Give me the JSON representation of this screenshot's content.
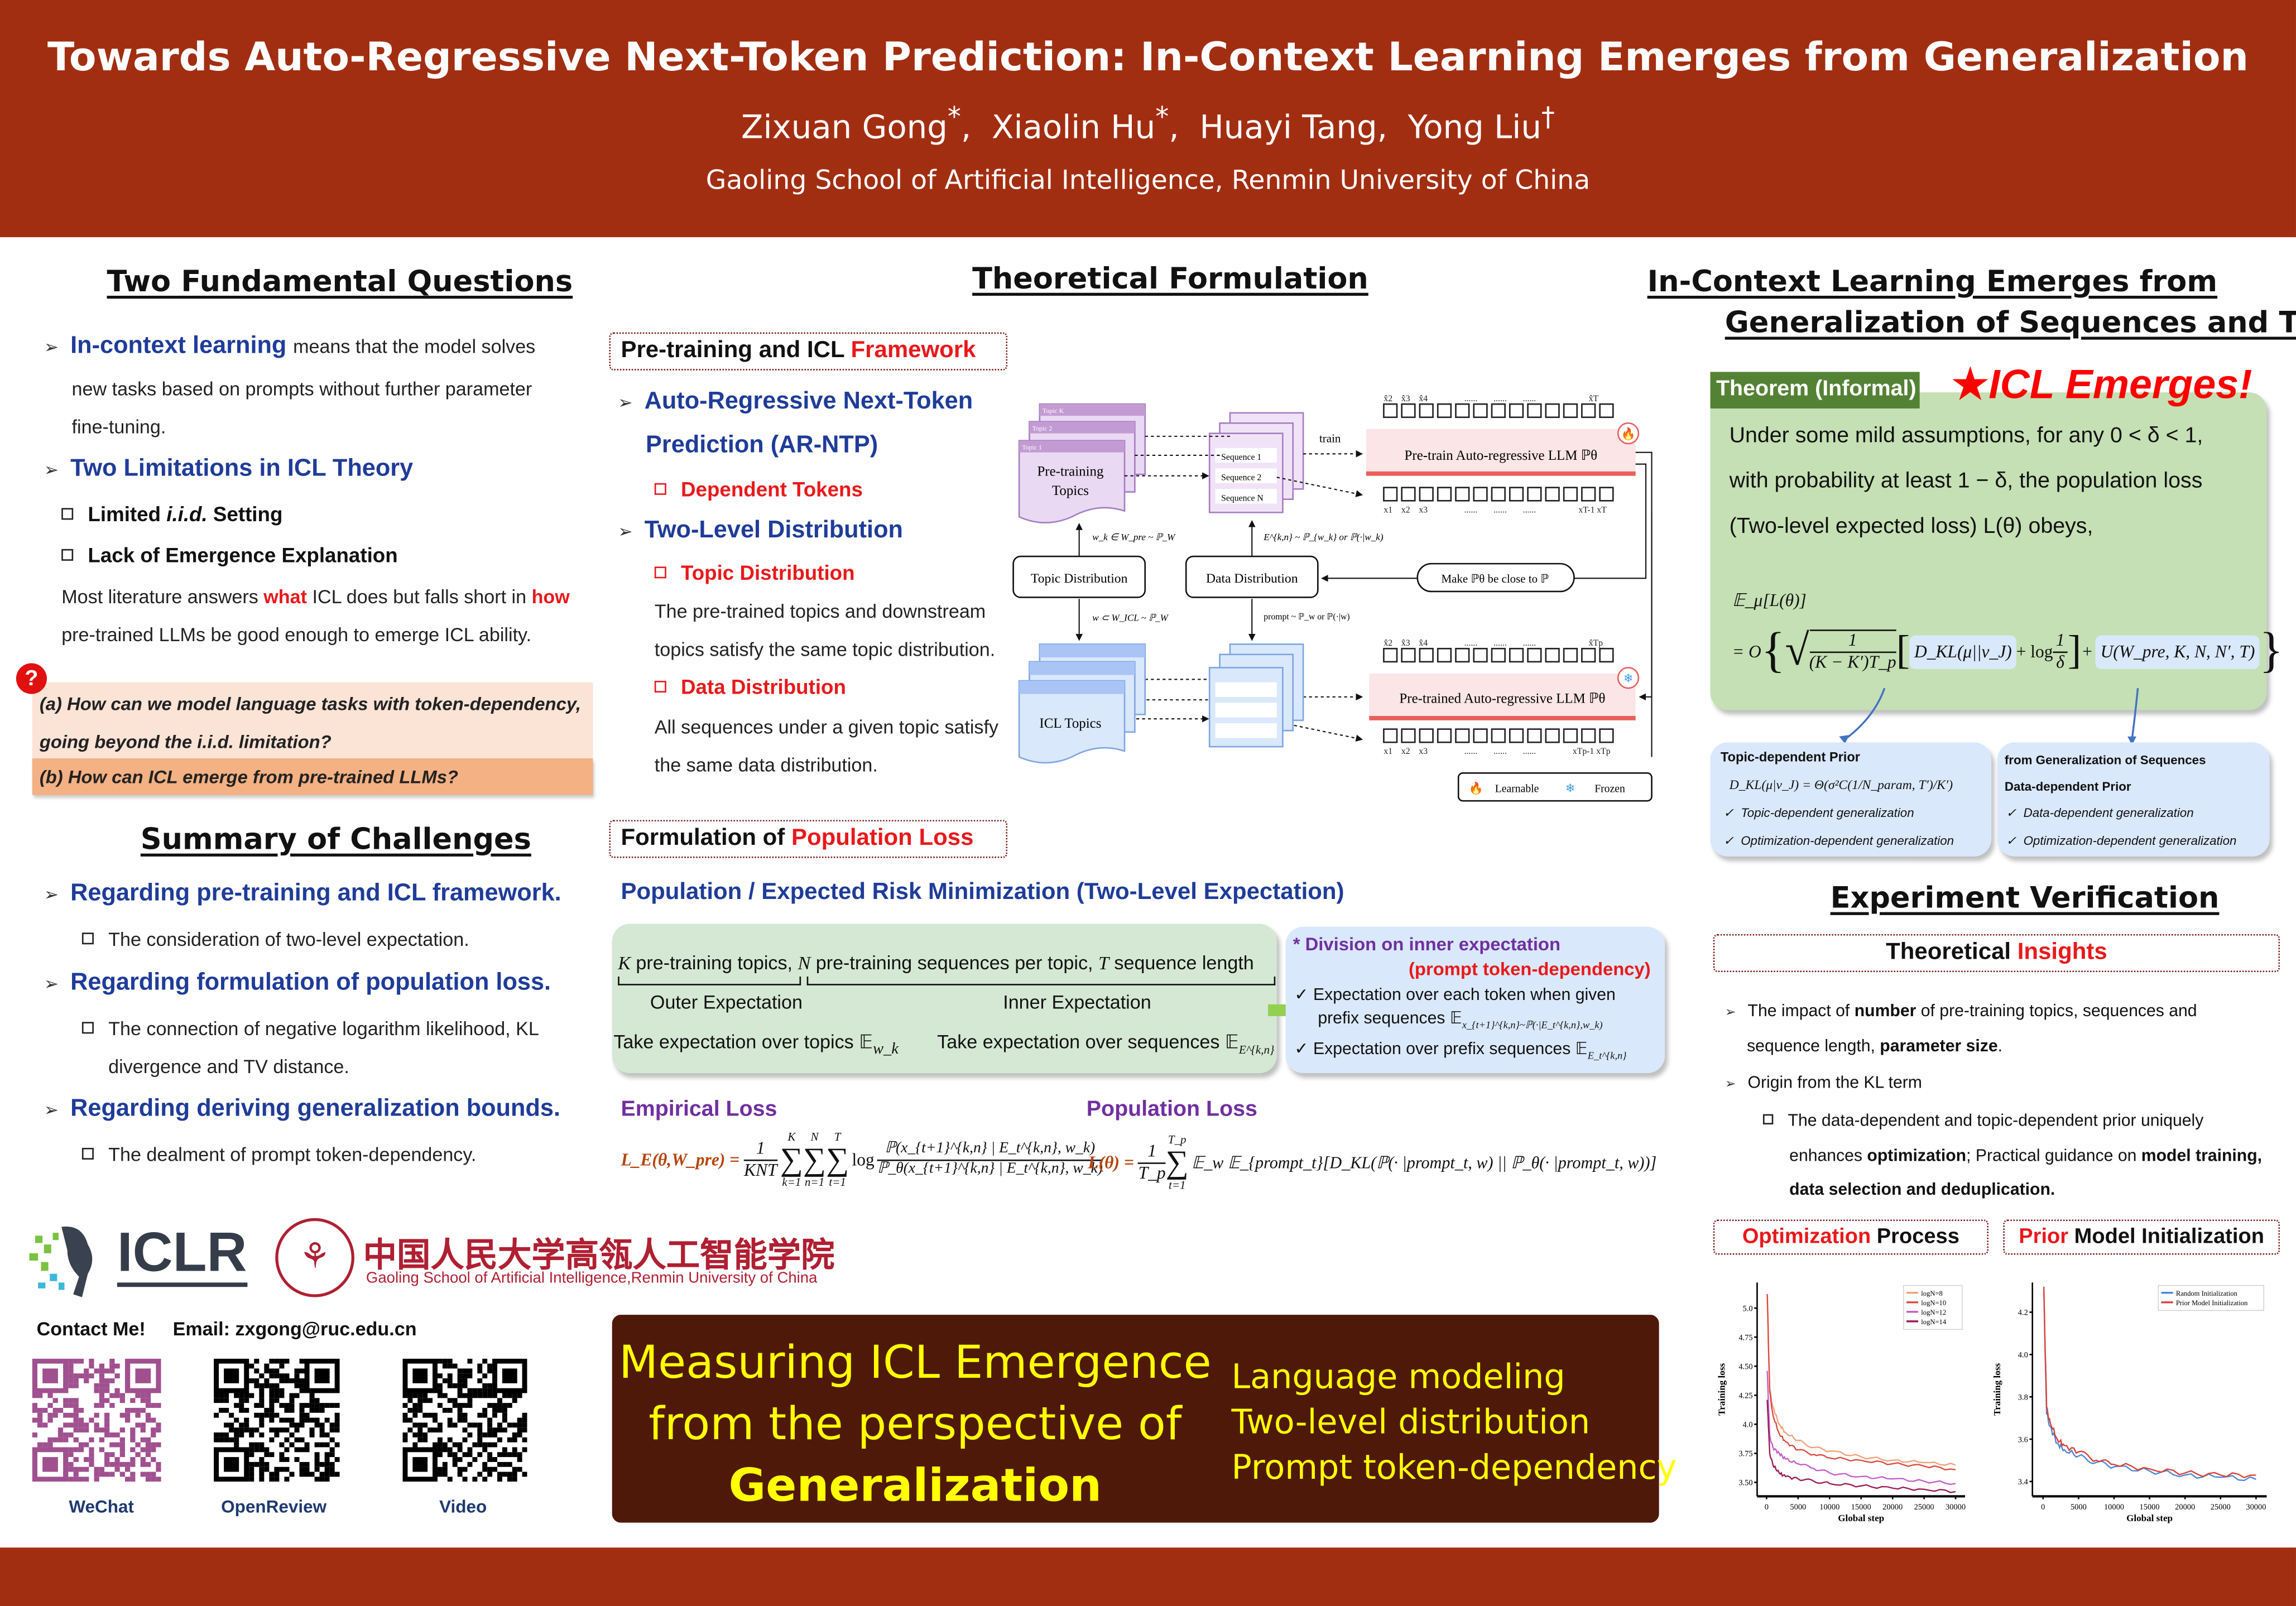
{
  "header": {
    "title": "Towards Auto-Regressive Next-Token Prediction: In-Context Learning Emerges from Generalization",
    "authors": [
      {
        "name": "Zixuan Gong",
        "mark": "*"
      },
      {
        "name": "Xiaolin Hu",
        "mark": "*"
      },
      {
        "name": "Huayi Tang",
        "mark": ""
      },
      {
        "name": "Yong Liu",
        "mark": "†"
      }
    ],
    "affiliation": "Gaoling School of Artificial Intelligence, Renmin University of China"
  },
  "left": {
    "q_title": "Two Fundamental Questions",
    "icl_term": "In-context learning",
    "icl_def1": "means that the model solves",
    "icl_def2": "new tasks based on prompts without further parameter",
    "icl_def3": "fine-tuning.",
    "limits_title": "Two Limitations in ICL Theory",
    "limit1_pre": "Limited ",
    "limit1_em": "i.i.d.",
    "limit1_post": " Setting",
    "limit2": "Lack of Emergence Explanation",
    "lit_a": "Most literature answers ",
    "lit_what": "what",
    "lit_b": " ICL does but falls short in ",
    "lit_how": "how",
    "lit_c": "pre-trained LLMs be good enough to emerge ICL ability.",
    "question_icon": "?",
    "qa1": "(a) How can we model language tasks with token-dependency,",
    "qa2": "going beyond the i.i.d. limitation?",
    "qb": "(b) How can ICL emerge from pre-trained LLMs?",
    "challenges_title": "Summary of Challenges",
    "challenges": [
      {
        "title": "Regarding pre-training and ICL framework.",
        "subs": [
          "The consideration of two-level expectation."
        ]
      },
      {
        "title": "Regarding formulation of population loss.",
        "subs": [
          "The connection of negative logarithm likelihood, KL",
          "divergence and TV distance."
        ]
      },
      {
        "title": "Regarding deriving generalization bounds.",
        "subs": [
          "The dealment of prompt token-dependency."
        ]
      }
    ],
    "iclr": "ICLR",
    "ruc_cn": "中国人民大学高瓴人工智能学院",
    "ruc_en": "Gaoling School of Artificial Intelligence,Renmin University of China",
    "contact": "Contact Me!",
    "email": "Email: zxgong@ruc.edu.cn",
    "qr_labels": [
      "WeChat",
      "OpenReview",
      "Video"
    ]
  },
  "middle": {
    "title": "Theoretical Formulation",
    "box1_a": "Pre-training and ICL ",
    "box1_b": "Framework",
    "arntp1": "Auto-Regressive Next-Token",
    "arntp2": "Prediction (AR-NTP)",
    "dep_tokens": "Dependent Tokens",
    "twolevel": "Two-Level Distribution",
    "topic_dist": "Topic Distribution",
    "topic_desc1": "The pre-trained topics and downstream",
    "topic_desc2": "topics satisfy the same topic distribution.",
    "data_dist": "Data Distribution",
    "data_desc1": "All sequences under a given topic satisfy",
    "data_desc2": "the same data distribution.",
    "box2_a": "Formulation of ",
    "box2_b": "Population Loss",
    "erm": "Population / Expected Risk Minimization (Two-Level Expectation)",
    "green": {
      "k": "K",
      "k_txt": " pre-training topics, ",
      "n": "N",
      "n_txt": " pre-training sequences per topic, ",
      "t": "T",
      "t_txt": " sequence length",
      "outer": "Outer Expectation",
      "inner": "Inner Expectation",
      "outer_desc": "Take expectation over topics 𝔼",
      "outer_sub": "w_k",
      "inner_desc": "Take expectation over sequences 𝔼",
      "inner_sub": "E^{k,n}"
    },
    "blue": {
      "head": "* Division on inner expectation",
      "red": "(prompt token-dependency)",
      "c1a": "Expectation over each token when given",
      "c1b": "prefix sequences 𝔼",
      "c1sub": "x_{t+1}^{k,n}~ℙ(·|E_t^{k,n},w_k)",
      "c2": "Expectation over prefix sequences 𝔼",
      "c2sub": "E_t^{k,n}",
      "check": "✓"
    },
    "emp_label": "Empirical Loss",
    "pop_label": "Population Loss",
    "emp_lhs": "L_E(θ,W_pre) =",
    "emp_frac_num": "1",
    "emp_frac_den": "KNT",
    "sums": [
      "K",
      "N",
      "T"
    ],
    "sums_low": [
      "k=1",
      "n=1",
      "t=1"
    ],
    "emp_log": "log",
    "emp_num": "ℙ(x_{t+1}^{k,n} | E_t^{k,n}, w_k)",
    "emp_den": "ℙ_θ(x_{t+1}^{k,n} | E_t^{k,n}, w_k)",
    "pop_lhs": "L(θ) =",
    "pop_frac_num": "1",
    "pop_frac_den": "T_p",
    "pop_sum_top": "T_p",
    "pop_sum_low": "t=1",
    "pop_body": "𝔼_w 𝔼_{prompt_t}[D_KL(ℙ(· |prompt_t, w) || ℙ_θ(· |prompt_t, w))]",
    "banner_left": [
      "Measuring ICL Emergence",
      "from the perspective of",
      "Generalization"
    ],
    "banner_right": [
      "Language modeling",
      "Two-level distribution",
      "Prompt token-dependency"
    ]
  },
  "diagram": {
    "topics": [
      "Topic K",
      "Topic 2",
      "Topic 1"
    ],
    "pretrain_topics": [
      "Pre-training",
      "Topics"
    ],
    "seqs": [
      "Sequence 1",
      "Sequence 2",
      "Sequence N"
    ],
    "train": "train",
    "llm_top": "Pre-train Auto-regressive LLM ℙθ",
    "llm_bottom": "Pre-trained Auto-regressive LLM ℙθ",
    "topic_dist": "Topic Distribution",
    "data_dist": "Data Distribution",
    "make_close": "Make ℙθ be close to ℙ",
    "lbl_wk": "w_k ∈ W_pre ~ ℙ_W",
    "lbl_e": "E^{k,n} ~ ℙ_{w_k} or ℙ(·|w_k)",
    "lbl_w": "w ⊂ W_ICL ~ ℙ_W",
    "lbl_prompt": "prompt ~ ℙ_w or ℙ(·|w)",
    "icl_topics": "ICL Topics",
    "top_hat": [
      "x̂2",
      "x̂3",
      "x̂4",
      "......",
      "......",
      "......",
      "x̂T"
    ],
    "top_x": [
      "x1",
      "x2",
      "x3",
      "......",
      "......",
      "......",
      "xT-1 xT"
    ],
    "bot_hat": [
      "x̂2",
      "x̂3",
      "x̂4",
      "......",
      "......",
      "......",
      "x̂Tp"
    ],
    "bot_x": [
      "x1",
      "x2",
      "x3",
      "......",
      "......",
      "......",
      "xTp-1 xTp"
    ],
    "legend_learn": "Learnable",
    "legend_frozen": "Frozen",
    "fire_icon": "🔥",
    "snow_icon": "❄"
  },
  "right": {
    "title1": "In-Context Learning Emerges from",
    "title2": "Generalization of Sequences and Topics",
    "theorem_tag": "Theorem (Informal)",
    "emerges": "ICL Emerges!",
    "star": "★",
    "th1": "Under some mild assumptions, for any 0 < δ < 1,",
    "th2": "with probability at least 1 − δ, the population loss",
    "th3": "(Two-level expected loss) L(θ) obeys,",
    "f_lhs": "𝔼_μ[L(θ)]",
    "f_eq": "= O",
    "f_num": "1",
    "f_den": "(K − K′)T_p",
    "f_kl": "D_KL(μ||ν_J)",
    "f_log": "+ log",
    "f_lognum": "1",
    "f_logden": "δ",
    "f_u": "U(W_pre, K, N, N′, T)",
    "prior1": {
      "title": "Topic-dependent Prior",
      "formula": "D_KL(μ|ν_J) = Θ(σ²C(1/N_param, T′)/K′)",
      "items": [
        "Topic-dependent generalization",
        "Optimization-dependent generalization"
      ]
    },
    "prior2": {
      "title": "from Generalization of Sequences",
      "title2": "Data-dependent Prior",
      "items": [
        "Data-dependent generalization",
        "Optimization-dependent generalization"
      ]
    },
    "exp_title": "Experiment Verification",
    "insights_a": "Theoretical ",
    "insights_b": "Insights",
    "ins1a": "The impact of ",
    "ins1b": "number",
    "ins1c": " of pre-training topics, sequences and",
    "ins1d": "sequence length, ",
    "ins1e": "parameter size",
    "ins2": "Origin from the KL term",
    "ins3a": "The data-dependent and topic-dependent prior uniquely",
    "ins3b": "enhances ",
    "ins3c": "optimization",
    ";": ";",
    "ins3d": "  Practical guidance on ",
    "ins3e": "model training,",
    "ins3f": "data selection and deduplication.",
    "opt_a": "Optimization",
    "opt_b": " Process",
    "prior_a": "Prior",
    "prior_b": " Model Initialization"
  },
  "chart_data": [
    {
      "type": "line",
      "title": "Optimization Process",
      "xlabel": "Global step",
      "ylabel": "Training loss",
      "xlim": [
        -1500,
        31500
      ],
      "ylim": [
        3.38,
        5.22
      ],
      "xticks": [
        0,
        5000,
        10000,
        15000,
        20000,
        25000,
        30000
      ],
      "yticks": [
        3.5,
        3.75,
        4.0,
        4.25,
        4.5,
        4.75,
        5.0
      ],
      "legend": "top-right",
      "grid": false,
      "x": [
        100,
        500,
        1000,
        2000,
        3000,
        5000,
        7500,
        10000,
        15000,
        20000,
        25000,
        30000
      ],
      "series": [
        {
          "name": "logN=8",
          "color": "#f2a07b",
          "values": [
            5.12,
            4.3,
            4.15,
            4.0,
            3.93,
            3.86,
            3.8,
            3.77,
            3.72,
            3.69,
            3.67,
            3.65
          ]
        },
        {
          "name": "logN=10",
          "color": "#dc4a40",
          "values": [
            5.12,
            4.28,
            4.08,
            3.92,
            3.85,
            3.78,
            3.74,
            3.71,
            3.69,
            3.66,
            3.64,
            3.61
          ]
        },
        {
          "name": "logN=12",
          "color": "#c55ec8",
          "values": [
            4.46,
            3.9,
            3.8,
            3.75,
            3.7,
            3.66,
            3.62,
            3.58,
            3.55,
            3.53,
            3.51,
            3.49
          ]
        },
        {
          "name": "logN=14",
          "color": "#9c1c55",
          "values": [
            4.21,
            3.75,
            3.65,
            3.58,
            3.55,
            3.53,
            3.51,
            3.49,
            3.47,
            3.45,
            3.44,
            3.42
          ]
        }
      ]
    },
    {
      "type": "line",
      "title": "Prior Model Initialization",
      "xlabel": "Global step",
      "ylabel": "Training loss",
      "xlim": [
        -1500,
        31500
      ],
      "ylim": [
        3.33,
        4.34
      ],
      "xticks": [
        0,
        5000,
        10000,
        15000,
        20000,
        25000,
        30000
      ],
      "yticks": [
        3.4,
        3.6,
        3.8,
        4.0,
        4.2
      ],
      "legend": "top-right",
      "grid": false,
      "x": [
        100,
        500,
        1000,
        2000,
        3000,
        5000,
        7500,
        10000,
        15000,
        20000,
        25000,
        30000
      ],
      "series": [
        {
          "name": "Random Initialization",
          "color": "#4a86d8",
          "values": [
            4.3,
            3.72,
            3.66,
            3.58,
            3.55,
            3.52,
            3.49,
            3.47,
            3.45,
            3.43,
            3.42,
            3.41
          ]
        },
        {
          "name": "Prior Model Initialization",
          "color": "#d9403a",
          "values": [
            4.32,
            3.75,
            3.68,
            3.6,
            3.57,
            3.54,
            3.5,
            3.48,
            3.46,
            3.44,
            3.43,
            3.43
          ]
        }
      ]
    }
  ]
}
